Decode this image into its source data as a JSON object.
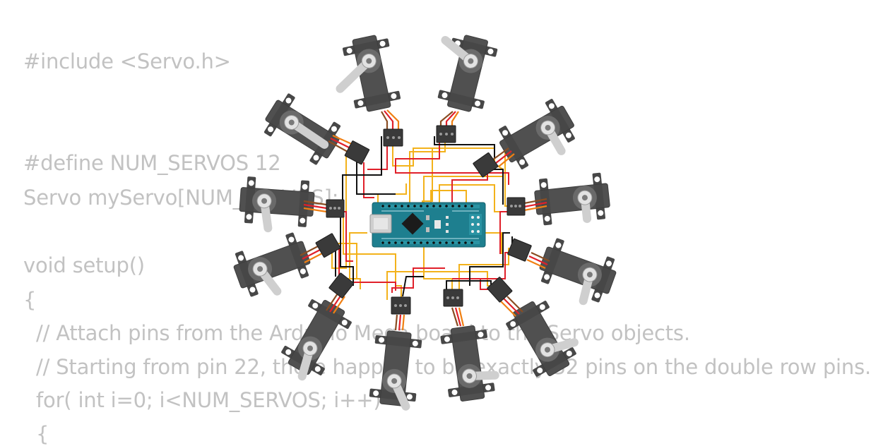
{
  "code": {
    "lines": [
      "#include <Servo.h>",
      "#define NUM_SERVOS 12",
      "Servo myServo[NUM_SERVOS];",
      "void setup()",
      "{",
      "  // Attach pins from the Arduino Mega board to the Servo objects.",
      "  // Starting from pin 22, there happen to be exactly 32 pins on the double row pins.",
      "  for( int i=0; i<NUM_SERVOS; i++)",
      "  {"
    ]
  },
  "colors": {
    "code_text": "#c2c2c2",
    "servo_body": "#5d5d5d",
    "servo_body_dark": "#474747",
    "servo_horn": "#cfcfcf",
    "board_pcb": "#1e7f8f",
    "wire_yellow": "#f3b21b",
    "wire_red": "#e0202a",
    "wire_black": "#111111",
    "wire_orange": "#f07f12",
    "wire_brown": "#8a4d22"
  },
  "icons": {
    "servo": "servo-motor-icon",
    "board": "arduino-nano-board-icon"
  }
}
